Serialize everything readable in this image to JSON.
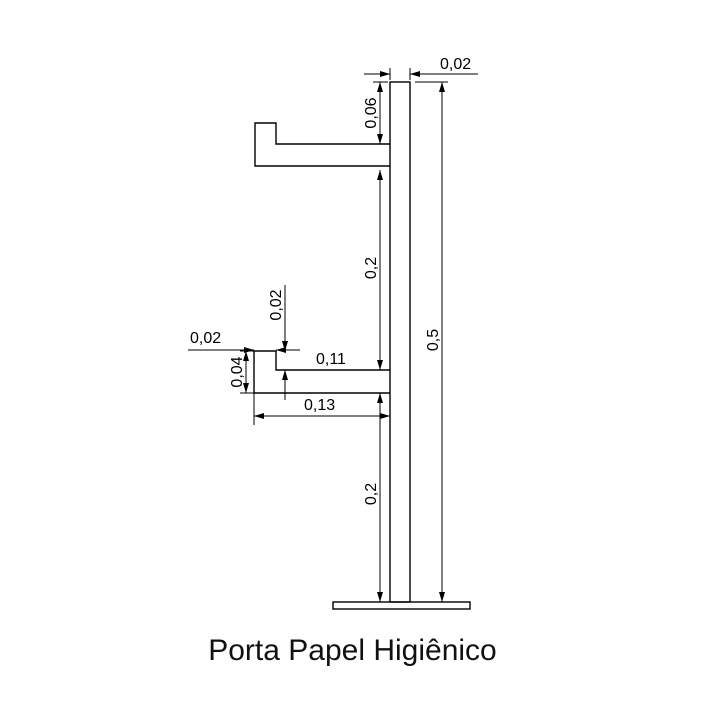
{
  "title": "Porta Papel Higiênico",
  "dimensions": {
    "post_width": "0,02",
    "top_offset": "0,06",
    "total_height": "0,5",
    "arm_spacing": "0,2",
    "bottom_height": "0,2",
    "hook_depth": "0,02",
    "hook_width": "0,02",
    "hook_height": "0,04",
    "inner_length": "0,11",
    "arm_length": "0,13"
  }
}
